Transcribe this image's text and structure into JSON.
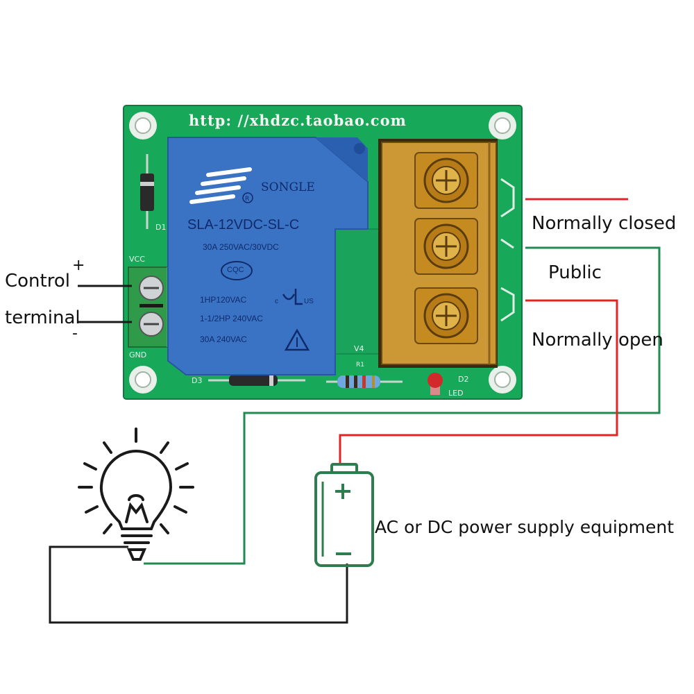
{
  "board": {
    "url": "http: //xhdzc.taobao.com",
    "silkscreen": {
      "vcc": "VCC",
      "gnd": "GND",
      "d1": "D1",
      "d2": "D2",
      "d3": "D3",
      "v4": "V4",
      "r1": "R1",
      "led": "LED"
    }
  },
  "relay": {
    "brand": "SONGLE",
    "model": "SLA-12VDC-SL-C",
    "rating_1": "30A 250VAC/30VDC",
    "cert": "CQC",
    "rating_2": "1HP120VAC",
    "cert_ul_c": "c",
    "cert_ul_us": "US",
    "rating_3": "1-1/2HP 240VAC",
    "rating_4": "30A 240VAC"
  },
  "labels": {
    "control": "Control",
    "terminal": "terminal",
    "plus": "+",
    "minus": "-",
    "normally_closed": "Normally closed",
    "public": "Public",
    "normally_open": "Normally open",
    "power_supply": "AC or DC power supply equipment"
  },
  "colors": {
    "pcb": "#18a85a",
    "relay": "#3a73c4",
    "terminal_block": "#d9a23a",
    "wire_red": "#e02424",
    "wire_green": "#1f8a52",
    "wire_black": "#1a1a1a",
    "icon_green": "#2d7d4e"
  }
}
